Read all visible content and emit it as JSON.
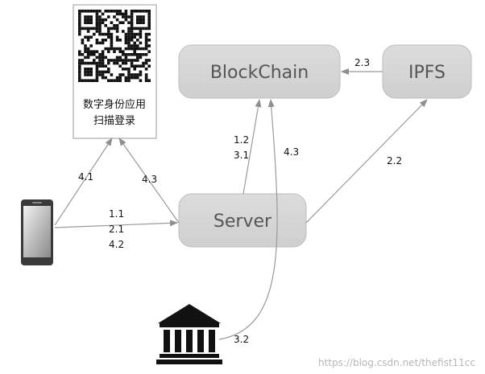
{
  "nodes": {
    "blockchain": "BlockChain",
    "ipfs": "IPFS",
    "server": "Server",
    "app_line1": "数字身份应用",
    "app_line2": "扫描登录"
  },
  "edges": {
    "ipfs_to_blockchain": "2.3",
    "server_to_blockchain": [
      "1.2",
      "3.1"
    ],
    "bank_to_blockchain": "4.3",
    "server_to_ipfs": "2.2",
    "phone_to_app": "4.1",
    "server_to_app": "4.3",
    "phone_to_server": [
      "1.1",
      "2.1",
      "4.2"
    ],
    "bank_to_server": "3.2"
  },
  "icons": {
    "qr": "qr-code-icon",
    "phone": "smartphone-icon",
    "bank": "bank-building-icon"
  },
  "colors": {
    "box_fill": "#d6d6d6",
    "box_stroke": "#b8b8b8",
    "line": "#9a9a9a",
    "text": "#111111"
  },
  "watermark": "https://blog.csdn.net/thefist11cc"
}
